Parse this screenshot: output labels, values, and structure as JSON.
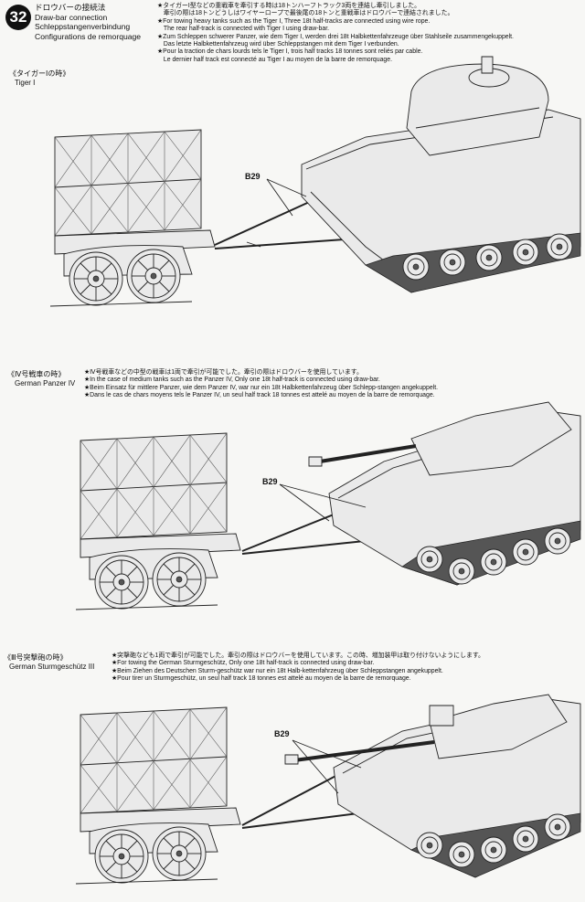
{
  "header": {
    "step_number": "32",
    "title_ja": "ドロウバーの接続法",
    "title_en": "Draw-bar connection",
    "title_de": "Schleppstangenverbindung",
    "title_fr": "Configurations de remorquage"
  },
  "sections": [
    {
      "title_ja": "《タイガーⅠの時》",
      "title_en": "Tiger I",
      "notes": [
        "★タイガーⅠ型などの重戦車を牽引する時は18トンハーフトラック3両を連結し牽引しました。",
        "　牽引の際は18トンどうしはワイヤーロープで最後尾の18トンと重戦車はドロウバーで連結されました。",
        "★For towing heavy tanks such as the Tiger I, Three 18t half-tracks are connected using wire rope.",
        "　The rear half-track is connected with Tiger I using draw-bar.",
        "★Zum Schleppen schwerer Panzer, wie dem Tiger I, werden drei 18t Halbkettenfahrzeuge über Stahlseile zusammengekuppelt.",
        "　Das letzte Halbkettenfahrzeug wird über Schleppstangen mit dem Tiger I verbunden.",
        "★Pour la traction de chars lourds tels le Tiger I, trois half tracks 18 tonnes sont reliés par cable.",
        "　Le dernier half track est connecté au Tiger I au moyen de la barre de remorquage."
      ],
      "callout": "B29"
    },
    {
      "title_ja": "《Ⅳ号戦車の時》",
      "title_en": "German Panzer IV",
      "notes": [
        "★Ⅳ号戦車などの中型の戦車は1両で牽引が可能でした。牽引の際はドロウバーを使用しています。",
        "★In the case of medium tanks such as the Panzer IV, Only one 18t half-track is connected using draw-bar.",
        "★Beim Einsatz für mittlere Panzer, wie dem Panzer IV, war nur ein 18t Halbkettenfahrzeug über Schlepp-stangen angekuppelt.",
        "★Dans le cas de chars moyens tels le Panzer IV, un seul half track 18 tonnes est attelé au moyen de la barre de remorquage."
      ],
      "callout": "B29"
    },
    {
      "title_ja": "《Ⅲ号突撃砲の時》",
      "title_en": "German Sturmgeschütz III",
      "notes": [
        "★突撃砲なども1両で牽引が可能でした。牽引の際はドロウバーを使用しています。この時、増加装甲は取り付けないようにします。",
        "★For towing the German Sturmgeschütz, Only one 18t half-track is connected using draw-bar.",
        "★Beim Ziehen des Deutschen Sturm-geschütz war nur ein 18t Halb-kettenfahrzeug über Schleppstangen angekuppelt.",
        "★Pour tirer un Sturmgeschütz, un seul half track 18 tonnes est attelé au moyen de la barre de remorquage."
      ],
      "callout": "B29"
    }
  ]
}
